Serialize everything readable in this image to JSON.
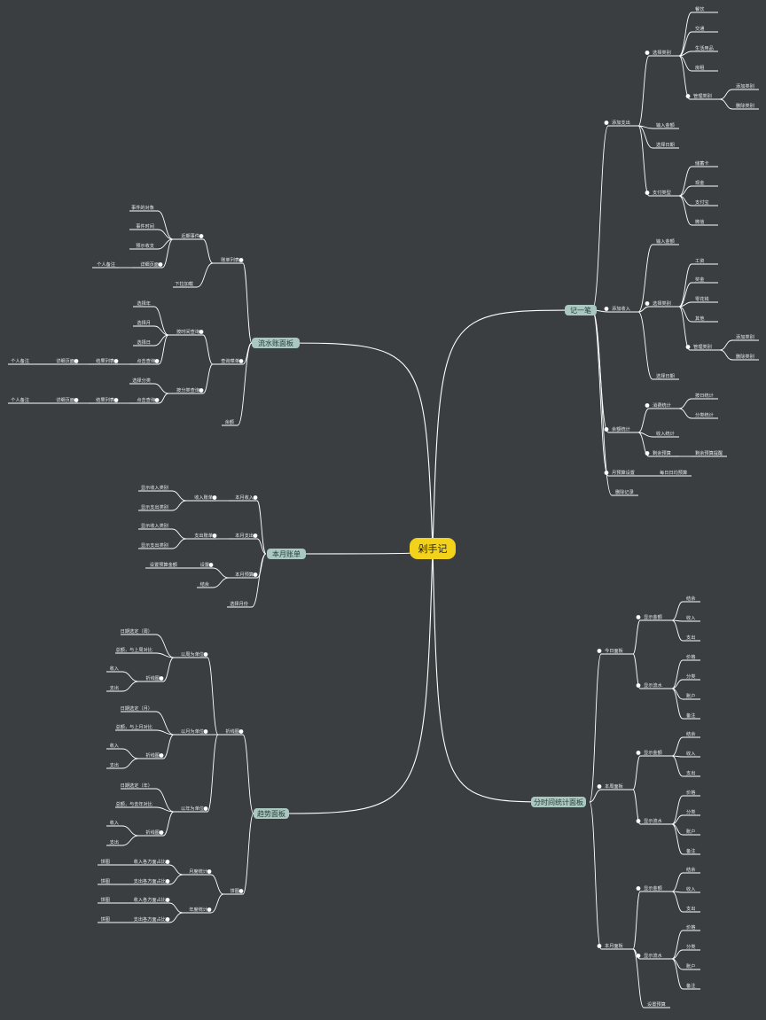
{
  "center": "剁手记",
  "main_nodes": [
    "记一笔",
    "流水账面板",
    "本月账单",
    "趋势面板",
    "分时间统计面板"
  ],
  "branches": {
    "记一笔": {
      "添加支出": {
        "选择类别": [
          "餐饮",
          "交通",
          "生活用品",
          "房租",
          "管理类别",
          "添加类别",
          "删除类别"
        ],
        "其它": [
          "输入金额",
          "选择日期"
        ],
        "支付类型": [
          "储蓄卡",
          "现金",
          "支付宝",
          "微信"
        ]
      },
      "添加收入": {
        "输入": "输入金额",
        "选择类别": [
          "工资",
          "奖金",
          "零花钱",
          "其他",
          "管理类别",
          "添加类别",
          "删除类别"
        ],
        "日期": "选择日期"
      },
      "余额统计": {
        "消费统计": [
          "按日统计",
          "分类统计"
        ],
        "收入统计": "收入统计",
        "剩余预算": "剩余预算",
        "剩余预算提醒": "剩余预算提醒"
      },
      "月预算设置": [
        "月预算设置",
        "每日日均预算"
      ],
      "删除记录": "删除记录"
    },
    "流水账面板": {
      "账单列表": [
        "账单列表",
        "近期事件",
        "事件的对象",
        "事件时间",
        "预示收支",
        "详细页面",
        "个人备注",
        "下拉加载"
      ],
      "查询菜单": [
        "查询菜单",
        "按时间查询",
        "选择年",
        "选择月",
        "选择日",
        "点击查询",
        "结果列表",
        "详细页面",
        "个人备注",
        "按分类查询",
        "选择分类",
        "点击查询",
        "结果列表",
        "详细页面",
        "个人备注"
      ],
      "余额": "余额"
    },
    "本月账单": {
      "本月收入": [
        "本月收入",
        "收入账单",
        "显示收入类别",
        "显示支出类别"
      ],
      "本月支出": [
        "本月支出",
        "支出账单",
        "显示收入类别",
        "显示支出类别"
      ],
      "本月预算": [
        "本月预算",
        "设置",
        "设置预算金额",
        "结余"
      ],
      "选择月份": "选择月份"
    },
    "趋势面板": {
      "折线图": [
        "折线图",
        "以周为单位",
        "日期选定（周）",
        "总额，与上周对比",
        "折线图",
        "收入",
        "支出",
        "以月为单位",
        "日期选定（月）",
        "总额，与上月对比",
        "折线图",
        "收入",
        "支出",
        "以年为单位",
        "日期选定（年）",
        "总额，与去年对比",
        "折线图",
        "收入",
        "支出"
      ],
      "饼图": [
        "饼图",
        "月度统计",
        "收入各方面占比",
        "饼图",
        "支出各方面占比",
        "饼图",
        "年度统计",
        "收入各方面占比",
        "饼图",
        "支出各方面占比",
        "饼图"
      ]
    },
    "分时间统计面板": {
      "今日面板": [
        "今日面板",
        "显示金额",
        "结余",
        "收入",
        "支出",
        "显示流水",
        "价格",
        "分类",
        "账户",
        "备注"
      ],
      "本周面板": [
        "本周面板",
        "显示金额",
        "结余",
        "收入",
        "支出",
        "显示流水",
        "价格",
        "分类",
        "账户",
        "备注"
      ],
      "本月面板": [
        "本月面板",
        "显示金额",
        "结余",
        "收入",
        "支出",
        "显示流水",
        "价格",
        "分类",
        "账户",
        "备注",
        "设置预算"
      ]
    }
  },
  "colors": {
    "background": "#3a3e40",
    "line": "#ffffff",
    "center_fill": "#f2d21b",
    "main_fill": "#a9c9c0",
    "label": "#e8ecec"
  }
}
